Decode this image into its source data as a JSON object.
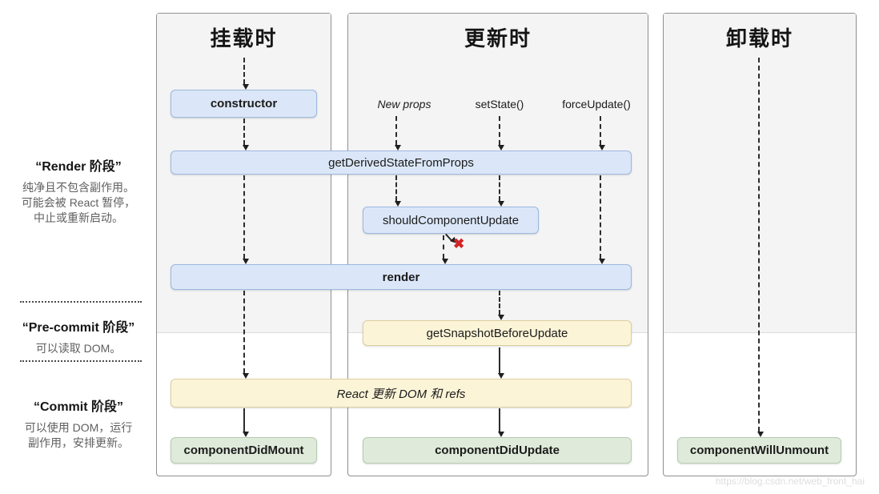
{
  "diagram": {
    "watermark": "https://blog.csdn.net/web_front_hai",
    "annotations": {
      "render_phase": {
        "title": "“Render 阶段”",
        "line1": "纯净且不包含副作用。",
        "line2": "可能会被 React 暂停，",
        "line3": "中止或重新启动。"
      },
      "pre_commit_phase": {
        "title": "“Pre-commit 阶段”",
        "line1": "可以读取 DOM。"
      },
      "commit_phase": {
        "title": "“Commit 阶段”",
        "line1": "可以使用 DOM，运行",
        "line2": "副作用，安排更新。"
      }
    },
    "columns": {
      "mounting_title": "挂载时",
      "updating_title": "更新时",
      "unmounting_title": "卸载时"
    },
    "triggers": {
      "new_props": "New props",
      "set_state": "setState()",
      "force_update": "forceUpdate()"
    },
    "boxes": {
      "constructor": "constructor",
      "get_derived_state_from_props": "getDerivedStateFromProps",
      "should_component_update": "shouldComponentUpdate",
      "render": "render",
      "get_snapshot_before_update": "getSnapshotBeforeUpdate",
      "react_updates_dom": "React 更新 DOM 和 refs",
      "component_did_mount": "componentDidMount",
      "component_did_update": "componentDidUpdate",
      "component_will_unmount": "componentWillUnmount"
    },
    "marks": {
      "skip_x": "✖"
    },
    "colors": {
      "box_blue_bg": "#dbe7f8",
      "box_yellow_bg": "#fcf4d7",
      "box_green_bg": "#dfeada",
      "panel_shade": "#f4f4f5",
      "x_red": "#cf2526"
    }
  }
}
